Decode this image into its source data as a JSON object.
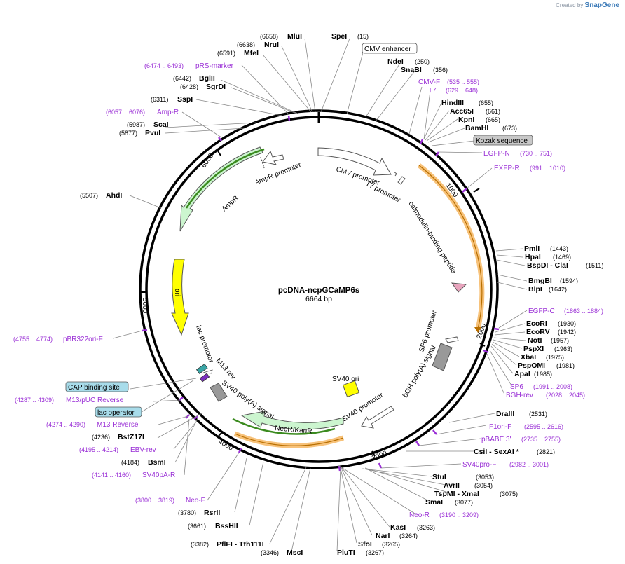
{
  "branding": {
    "prefix": "Created by",
    "name": "SnapGene"
  },
  "plasmid": {
    "name": "pcDNA-ncpGCaMP6s",
    "length_label": "6664 bp"
  },
  "ticks": [
    "1000",
    "2000",
    "3000",
    "4000",
    "5000",
    "6000"
  ],
  "enzymes": [
    {
      "name": "MluI",
      "pos": "(6658)"
    },
    {
      "name": "NruI",
      "pos": "(6638)"
    },
    {
      "name": "MfeI",
      "pos": "(6591)"
    },
    {
      "name": "BglII",
      "pos": "(6442)"
    },
    {
      "name": "SgrDI",
      "pos": "(6428)"
    },
    {
      "name": "SspI",
      "pos": "(6311)"
    },
    {
      "name": "ScaI",
      "pos": "(5987)"
    },
    {
      "name": "PvuI",
      "pos": "(5877)"
    },
    {
      "name": "AhdI",
      "pos": "(5507)"
    },
    {
      "name": "SpeI",
      "pos": "(15)"
    },
    {
      "name": "NdeI",
      "pos": "(250)"
    },
    {
      "name": "SnaBI",
      "pos": "(356)"
    },
    {
      "name": "HindIII",
      "pos": "(655)"
    },
    {
      "name": "Acc65I",
      "pos": "(661)"
    },
    {
      "name": "KpnI",
      "pos": "(665)"
    },
    {
      "name": "BamHI",
      "pos": "(673)"
    },
    {
      "name": "PmlI",
      "pos": "(1443)"
    },
    {
      "name": "HpaI",
      "pos": "(1469)"
    },
    {
      "name": "BspDI - ClaI",
      "pos": "(1511)"
    },
    {
      "name": "BmgBI",
      "pos": "(1594)"
    },
    {
      "name": "BlpI",
      "pos": "(1642)"
    },
    {
      "name": "EcoRI",
      "pos": "(1930)"
    },
    {
      "name": "EcoRV",
      "pos": "(1942)"
    },
    {
      "name": "NotI",
      "pos": "(1957)"
    },
    {
      "name": "PspXI",
      "pos": "(1963)"
    },
    {
      "name": "XbaI",
      "pos": "(1975)"
    },
    {
      "name": "PspOMI",
      "pos": "(1981)"
    },
    {
      "name": "ApaI",
      "pos": "(1985)"
    },
    {
      "name": "DraIII",
      "pos": "(2531)"
    },
    {
      "name": "CsiI - SexAI *",
      "pos": "(2821)"
    },
    {
      "name": "StuI",
      "pos": "(3053)"
    },
    {
      "name": "AvrII",
      "pos": "(3054)"
    },
    {
      "name": "TspMI - XmaI",
      "pos": "(3075)"
    },
    {
      "name": "SmaI",
      "pos": "(3077)"
    },
    {
      "name": "KasI",
      "pos": "(3263)"
    },
    {
      "name": "NarI",
      "pos": "(3264)"
    },
    {
      "name": "SfoI",
      "pos": "(3265)"
    },
    {
      "name": "PluTI",
      "pos": "(3267)"
    },
    {
      "name": "MscI",
      "pos": "(3346)"
    },
    {
      "name": "PflFI - Tth111I",
      "pos": "(3382)"
    },
    {
      "name": "BssHII",
      "pos": "(3661)"
    },
    {
      "name": "RsrII",
      "pos": "(3780)"
    },
    {
      "name": "BsmI",
      "pos": "(4184)"
    },
    {
      "name": "BstZ17I",
      "pos": "(4236)"
    }
  ],
  "primers": [
    {
      "name": "pRS-marker",
      "pos": "(6474 .. 6493)"
    },
    {
      "name": "Amp-R",
      "pos": "(6057 .. 6076)"
    },
    {
      "name": "CMV-F",
      "pos": "(535 .. 555)"
    },
    {
      "name": "T7",
      "pos": "(629 .. 648)"
    },
    {
      "name": "EGFP-N",
      "pos": "(730 .. 751)"
    },
    {
      "name": "EXFP-R",
      "pos": "(991 .. 1010)"
    },
    {
      "name": "EGFP-C",
      "pos": "(1863 .. 1884)"
    },
    {
      "name": "SP6",
      "pos": "(1991 .. 2008)"
    },
    {
      "name": "BGH-rev",
      "pos": "(2028 .. 2045)"
    },
    {
      "name": "F1ori-F",
      "pos": "(2595 .. 2616)"
    },
    {
      "name": "pBABE 3'",
      "pos": "(2735 .. 2755)"
    },
    {
      "name": "SV40pro-F",
      "pos": "(2982 .. 3001)"
    },
    {
      "name": "Neo-R",
      "pos": "(3190 .. 3209)"
    },
    {
      "name": "pBR322ori-F",
      "pos": "(4755 .. 4774)"
    },
    {
      "name": "M13/pUC Reverse",
      "pos": "(4287 .. 4309)"
    },
    {
      "name": "M13 Reverse",
      "pos": "(4274 .. 4290)"
    },
    {
      "name": "EBV-rev",
      "pos": "(4195 .. 4214)"
    },
    {
      "name": "SV40pA-R",
      "pos": "(4141 .. 4160)"
    },
    {
      "name": "Neo-F",
      "pos": "(3800 .. 3819)"
    }
  ],
  "boxed_features": [
    "CMV enhancer",
    "Kozak sequence",
    "CAP binding site",
    "lac operator"
  ],
  "features": [
    "CMV promoter",
    "T7 promoter",
    "calmodulin-binding peptide",
    "SP6 promoter",
    "bGH poly(A) signal",
    "SV40 ori",
    "SV40 promoter",
    "NeoR/KanR",
    "SV40 poly(A) signal",
    "M13 rev",
    "lac promoter",
    "ori",
    "AmpR",
    "AmpR promoter"
  ],
  "colors": {
    "primer": "#9a2fd6",
    "cds_green_fill": "#ccf5cf",
    "cds_orange_arc": "#f7c27a",
    "ori_yellow": "#ffff00",
    "promoter_white": "#ffffff",
    "poly_a_gray": "#999999",
    "box_gray": "#c8c8c8",
    "box_cyan": "#a8dcea"
  }
}
